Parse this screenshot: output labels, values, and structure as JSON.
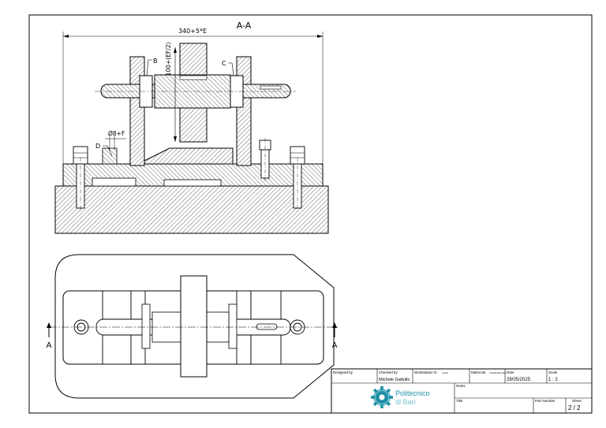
{
  "section": {
    "title": "A-A",
    "dim_overall": "340+5*E",
    "dim_height": "100+(EF/2)",
    "dim_bore": "Ø8+F",
    "callout_b": "B",
    "callout_c": "C",
    "callout_d": "D"
  },
  "plan_view": {
    "cut_label_left": "A",
    "cut_label_right": "A"
  },
  "title_block": {
    "designed_by_label": "Designed by",
    "designed_by": "",
    "checked_by_label": "Checked by",
    "checked_by": "Michele Gattullo",
    "workstation_label": "Workstation N.",
    "workstation_hint": "(mod)",
    "matricola_label": "Matricola",
    "matricola_hint": "(mod/matricola)",
    "date_label": "Date",
    "date": "28/05/2025",
    "scale_label": "Scale",
    "scale": "1 : 2",
    "notes_label": "Notes",
    "title_label": "Title",
    "part_number_label": "Part Number",
    "sheet_label": "Sheet",
    "sheet": "2 / 2",
    "logo_line1": "Politecnico",
    "logo_line2": "di Bari"
  },
  "colors": {
    "line": "#000000",
    "logo_primary": "#1f8fa6",
    "logo_secondary": "#74c0cf"
  }
}
